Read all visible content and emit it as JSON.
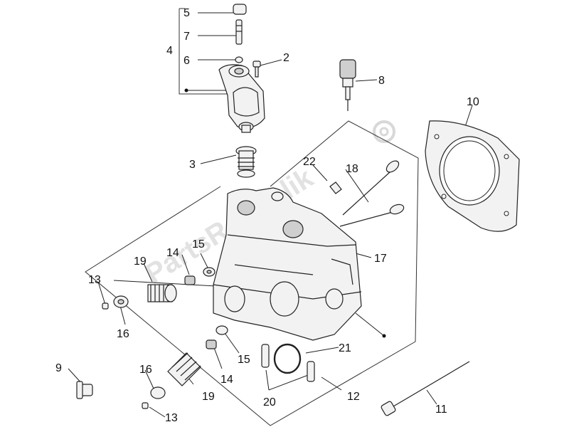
{
  "diagram": {
    "watermark": "PartsRepublik",
    "callouts": [
      {
        "id": "c5",
        "text": "5"
      },
      {
        "id": "c7",
        "text": "7"
      },
      {
        "id": "c4",
        "text": "4"
      },
      {
        "id": "c6",
        "text": "6"
      },
      {
        "id": "c2",
        "text": "2"
      },
      {
        "id": "c8",
        "text": "8"
      },
      {
        "id": "c10",
        "text": "10"
      },
      {
        "id": "c3",
        "text": "3"
      },
      {
        "id": "c22",
        "text": "22"
      },
      {
        "id": "c18",
        "text": "18"
      },
      {
        "id": "c17",
        "text": "17"
      },
      {
        "id": "c19a",
        "text": "19"
      },
      {
        "id": "c14a",
        "text": "14"
      },
      {
        "id": "c15a",
        "text": "15"
      },
      {
        "id": "c13a",
        "text": "13"
      },
      {
        "id": "c16a",
        "text": "16"
      },
      {
        "id": "c15b",
        "text": "15"
      },
      {
        "id": "c14b",
        "text": "14"
      },
      {
        "id": "c21",
        "text": "21"
      },
      {
        "id": "c9",
        "text": "9"
      },
      {
        "id": "c16b",
        "text": "16"
      },
      {
        "id": "c19b",
        "text": "19"
      },
      {
        "id": "c12",
        "text": "12"
      },
      {
        "id": "c20",
        "text": "20"
      },
      {
        "id": "c13b",
        "text": "13"
      },
      {
        "id": "c11",
        "text": "11"
      }
    ]
  }
}
